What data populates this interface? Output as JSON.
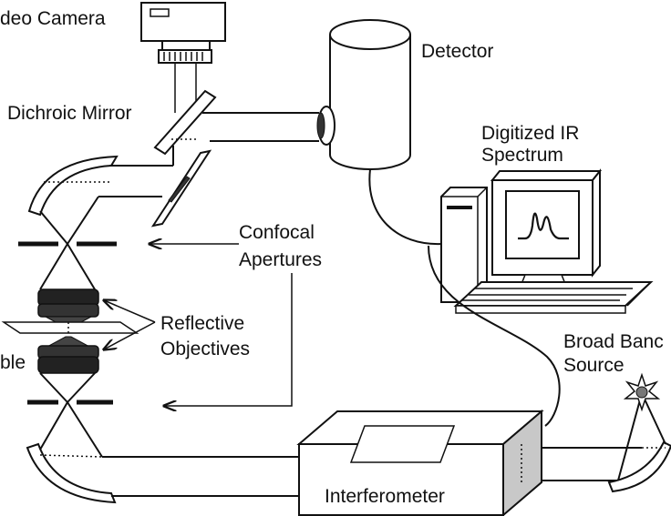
{
  "labels": {
    "video_camera": "deo Camera",
    "dichroic_mirror": "Dichroic Mirror",
    "detector": "Detector",
    "digitized_ir_line1": "Digitized IR",
    "digitized_ir_line2": "Spectrum",
    "confocal_line1": "Confocal",
    "confocal_line2": "Apertures",
    "reflective_line1": "Reflective",
    "reflective_line2": "Objectives",
    "sample": "ble",
    "broad_band_line1": "Broad Banc",
    "broad_band_line2": "Source",
    "interferometer": "Interferometer"
  }
}
